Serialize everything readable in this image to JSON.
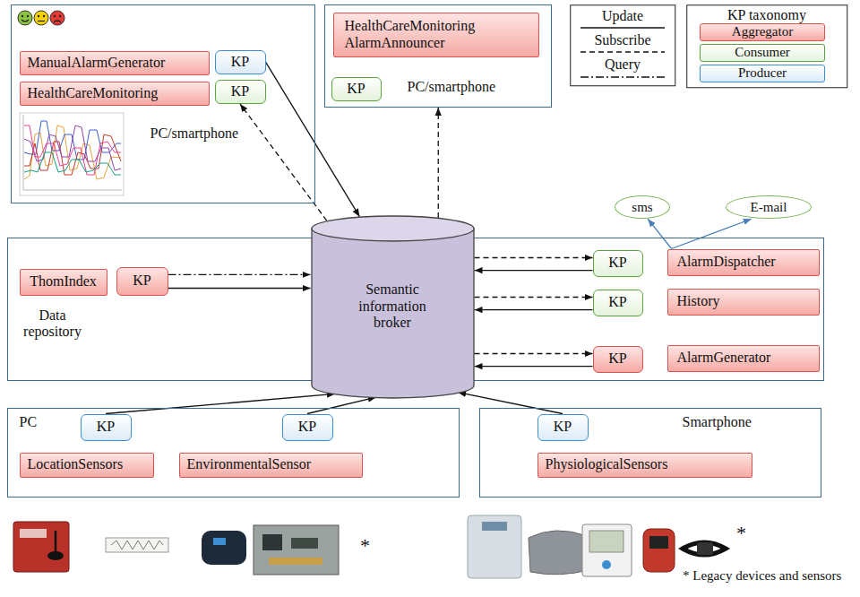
{
  "diagram": {
    "nodes": [
      {
        "text": [
          "PC/smartphone"
        ]
      },
      {
        "text": [
          "ManualAlarmGenerator"
        ],
        "in": 0
      },
      {
        "text": [
          "KP"
        ],
        "in": 0
      },
      {
        "text": [
          "HealthCareMonitoring"
        ],
        "in": 0
      },
      {
        "text": [
          "KP"
        ],
        "in": 0
      },
      {
        "text": [
          "PC/smartphone"
        ]
      },
      {
        "text": [
          "HealthCareMonitoring AlarmAnnouncer"
        ],
        "in": 5
      },
      {
        "text": [
          "KP"
        ],
        "in": 5
      },
      {
        "text": [
          "sms"
        ]
      },
      {
        "text": [
          "E-mail"
        ]
      },
      {
        "text": [
          "Data repository"
        ]
      },
      {
        "text": [
          "ThomIndex"
        ],
        "in": 10
      },
      {
        "text": [
          "KP"
        ],
        "in": 10
      },
      {
        "text": [
          "Semantic information broker"
        ],
        "in": 10
      },
      {
        "text": [
          "KP"
        ],
        "in": 10
      },
      {
        "text": [
          "AlarmDispatcher"
        ],
        "in": 10
      },
      {
        "text": [
          "KP"
        ],
        "in": 10
      },
      {
        "text": [
          "History"
        ],
        "in": 10
      },
      {
        "text": [
          "KP"
        ],
        "in": 10
      },
      {
        "text": [
          "AlarmGenerator"
        ],
        "in": 10
      },
      {
        "text": [
          "PC"
        ]
      },
      {
        "text": [
          "KP"
        ],
        "in": 20
      },
      {
        "text": [
          "LocationSensors"
        ],
        "in": 20
      },
      {
        "text": [
          "KP"
        ],
        "in": 20
      },
      {
        "text": [
          "EnvironmentalSensor"
        ],
        "in": 20
      },
      {
        "text": [
          "Smartphone"
        ]
      },
      {
        "text": [
          "KP"
        ],
        "in": 25
      },
      {
        "text": [
          "PhysiologicalSensors"
        ],
        "in": 25
      }
    ],
    "edges": [
      {
        "from": 2,
        "to": 13,
        "arrow": "to"
      },
      {
        "from": 13,
        "to": 4,
        "arrow": "to"
      },
      {
        "from": 13,
        "to": 5,
        "arrow": "to"
      },
      {
        "from": 12,
        "to": 13,
        "arrow": "to"
      },
      {
        "from": 12,
        "to": 13,
        "arrow": "to"
      },
      {
        "from": 13,
        "to": 14,
        "arrow": "to"
      },
      {
        "from": 14,
        "to": 13,
        "arrow": "to"
      },
      {
        "from": 13,
        "to": 16,
        "arrow": "to"
      },
      {
        "from": 16,
        "to": 13,
        "arrow": "to"
      },
      {
        "from": 13,
        "to": 18,
        "arrow": "to"
      },
      {
        "from": 18,
        "to": 13,
        "arrow": "to"
      },
      {
        "from": 15,
        "to": 8,
        "arrow": "to"
      },
      {
        "from": 15,
        "to": 9,
        "arrow": "to"
      },
      {
        "from": 21,
        "to": 13,
        "arrow": "to"
      },
      {
        "from": 23,
        "to": 13,
        "arrow": "to"
      },
      {
        "from": 26,
        "to": 13,
        "arrow": "to"
      }
    ],
    "labels": [
      "KP taxonomy",
      "*",
      "*",
      "* Legacy devices and sensors"
    ],
    "legend": [
      {
        "text": "Update"
      },
      {
        "text": "Subscribe"
      },
      {
        "text": "Query"
      },
      {
        "text": "Aggregator",
        "color": "#d9534f"
      },
      {
        "text": "Consumer",
        "color": "#5aa33c"
      },
      {
        "text": "Producer",
        "color": "#3d8fd1"
      }
    ]
  }
}
